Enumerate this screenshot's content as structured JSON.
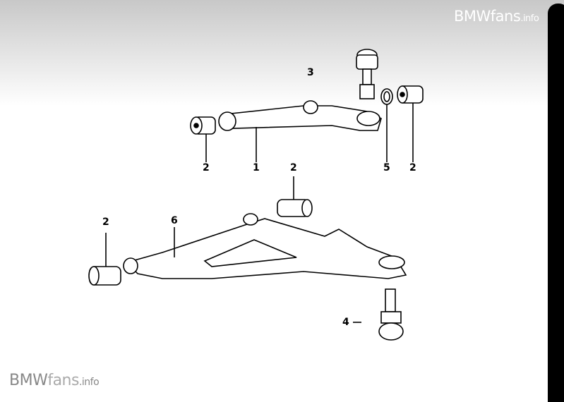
{
  "watermarks": {
    "top": {
      "brand": "BMWfans",
      "suffix": ".info"
    },
    "bottom": {
      "brand": "BMW",
      "fans": "fans",
      "suffix": ".info"
    }
  },
  "callouts": [
    {
      "id": "3",
      "part": "ball-joint-upper"
    },
    {
      "id": "2",
      "part": "bushing-upper-left"
    },
    {
      "id": "1",
      "part": "upper-control-arm"
    },
    {
      "id": "2",
      "part": "bushing-lower-rear"
    },
    {
      "id": "5",
      "part": "washer"
    },
    {
      "id": "2",
      "part": "bushing-upper-right"
    },
    {
      "id": "2",
      "part": "bushing-lower-front"
    },
    {
      "id": "6",
      "part": "lower-wishbone"
    },
    {
      "id": "4",
      "part": "ball-joint-lower"
    }
  ]
}
